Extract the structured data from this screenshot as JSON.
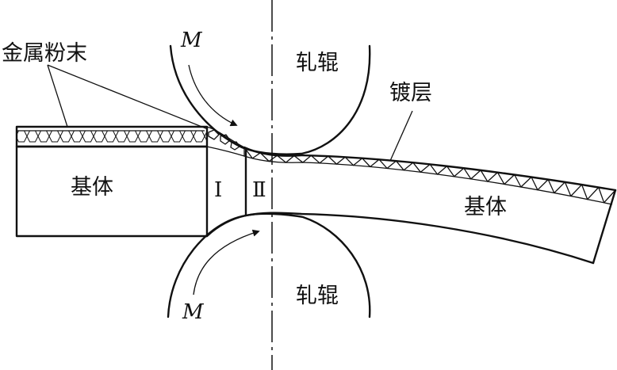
{
  "labels": {
    "metal_powder": "金属粉末",
    "roller_top": "轧辊",
    "roller_bottom": "轧辊",
    "coating": "镀层",
    "substrate_left": "基体",
    "substrate_right": "基体",
    "zone_1": "Ⅰ",
    "zone_2": "Ⅱ",
    "moment_top": "M",
    "moment_bottom": "M"
  },
  "colors": {
    "line": "#111111",
    "background": "#ffffff"
  }
}
